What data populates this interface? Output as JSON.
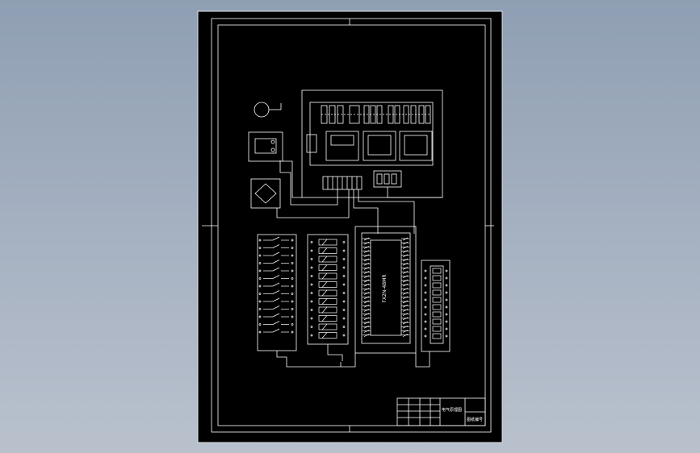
{
  "drawing": {
    "background_color": "#000000",
    "line_color": "#ffffff",
    "viewport_color": "#9aa8ba",
    "plc_label": "FX2N-48MR",
    "title_block": {
      "title": "电气原理图",
      "drawing_no": "图纸编号",
      "rows": [
        "",
        "",
        "",
        ""
      ]
    }
  }
}
